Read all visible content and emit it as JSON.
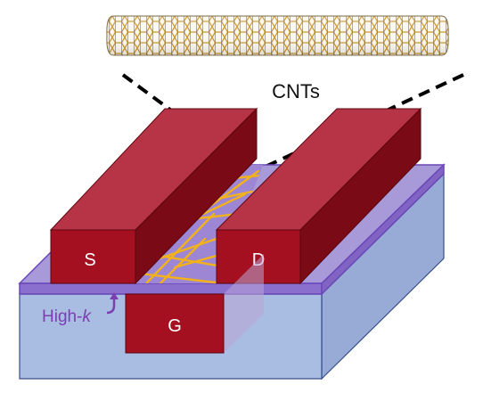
{
  "labels": {
    "cnts": "CNTs",
    "source": "S",
    "drain": "D",
    "gate": "G",
    "high_k_prefix": "High-",
    "high_k_symbol": "k"
  },
  "colors": {
    "substrate_front": "#a9bce2",
    "substrate_right": "#97abd6",
    "substrate_stroke": "#3a4f86",
    "dielectric_top": "#a89ad8",
    "dielectric_edge": "#8b6fcf",
    "dielectric_stroke": "#6a47b8",
    "electrode_front": "#a4101f",
    "electrode_top": "#b73446",
    "electrode_side": "#7a0a16",
    "electrode_stroke": "#5a0710",
    "cnt_wire": "#f2b21a",
    "nanotube_mesh": "#c9962e",
    "nanotube_dark": "#5a5a5a",
    "high_k_text": "#7b3fb0",
    "electrode_text": "#ffffff"
  }
}
